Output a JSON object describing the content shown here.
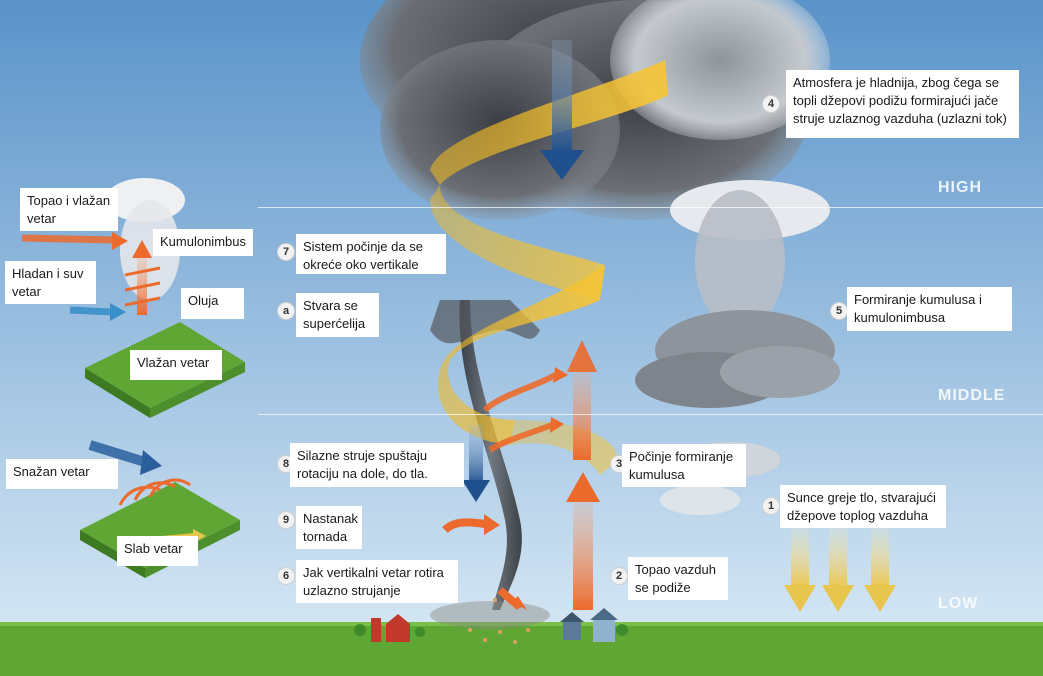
{
  "levels": {
    "high": "HIGH",
    "middle": "MIDDLE",
    "low": "LOW"
  },
  "colors": {
    "sky_top": "#5a93c9",
    "sky_bottom": "#cfe2f2",
    "ground": "#5fa634",
    "warm_arrow": "#ec6a2c",
    "cold_arrow": "#2a5f9e",
    "spiral_band": "#f1b81f"
  },
  "steps": [
    {
      "num": "1",
      "text": "Sunce greje tlo, stvarajući džepove toplog vazduha"
    },
    {
      "num": "2",
      "text": "Topao vazduh se podiže"
    },
    {
      "num": "3",
      "text": "Počinje formiranje kumulusa"
    },
    {
      "num": "4",
      "text": "Atmosfera je hladnija, zbog čega se topli džepovi podižu formirajući jače struje uzlaznog vazduha (uzlazni tok)"
    },
    {
      "num": "5",
      "text": "Formiranje kumulusa i kumulonimbusa"
    },
    {
      "num": "6",
      "text": "Jak vertikalni vetar rotira uzlazno strujanje"
    },
    {
      "num": "7",
      "text": "Sistem počinje da se okreće oko vertikale"
    },
    {
      "num": "a",
      "text": "Stvara se superćelija"
    },
    {
      "num": "8",
      "text": "Silazne struje spuštaju rotaciju na dole, do tla."
    },
    {
      "num": "9",
      "text": "Nastanak tornada"
    }
  ],
  "inset_storm": {
    "warm_wind": "Topao i vlažan vetar",
    "cold_wind": "Hladan i suv vetar",
    "cloud": "Kumulonimbus",
    "storm": "Oluja",
    "moist_wind": "Vlažan vetar"
  },
  "inset_shear": {
    "strong_wind": "Snažan vetar",
    "weak_wind": "Slab vetar"
  }
}
